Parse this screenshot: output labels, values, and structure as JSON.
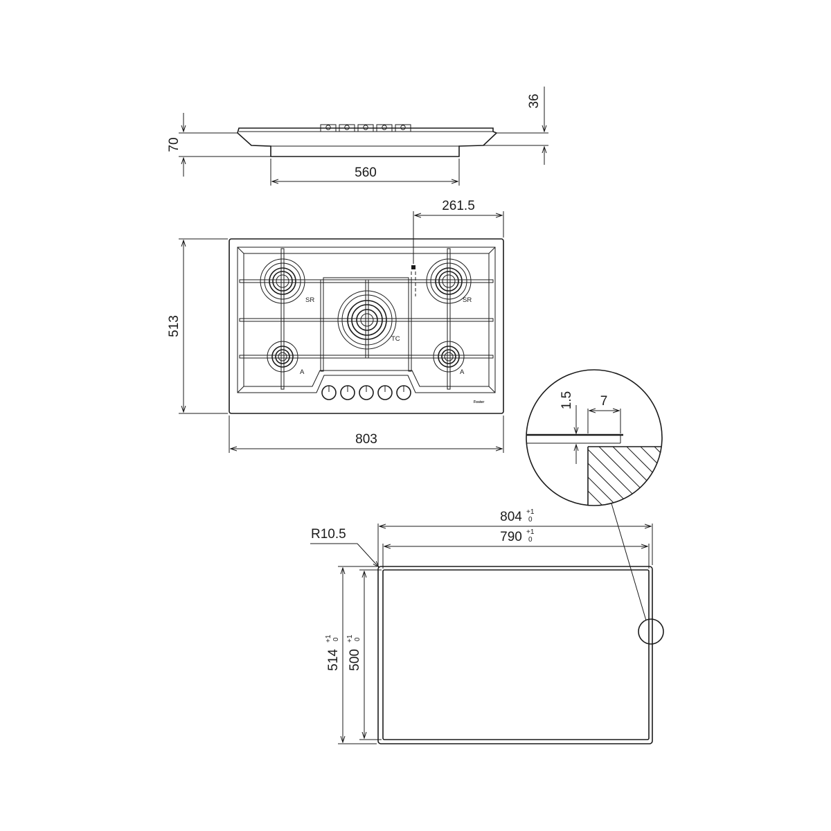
{
  "dimensions": {
    "side_height": "70",
    "side_thickness": "36",
    "side_body_width": "560",
    "top_offset": "261.5",
    "top_depth": "513",
    "top_width": "803",
    "detail_height": "1.5",
    "detail_width": "7",
    "radius": "R10.5",
    "cutout_outer_width": "804",
    "cutout_inner_width": "790",
    "cutout_outer_depth": "514",
    "cutout_inner_depth": "500",
    "tolerance_plus": "+1",
    "tolerance_zero": "0"
  },
  "burner_labels": {
    "top_left": "SR",
    "top_right": "SR",
    "center": "TC",
    "bottom_left": "A",
    "bottom_right": "A"
  },
  "brand_text": "Foster"
}
